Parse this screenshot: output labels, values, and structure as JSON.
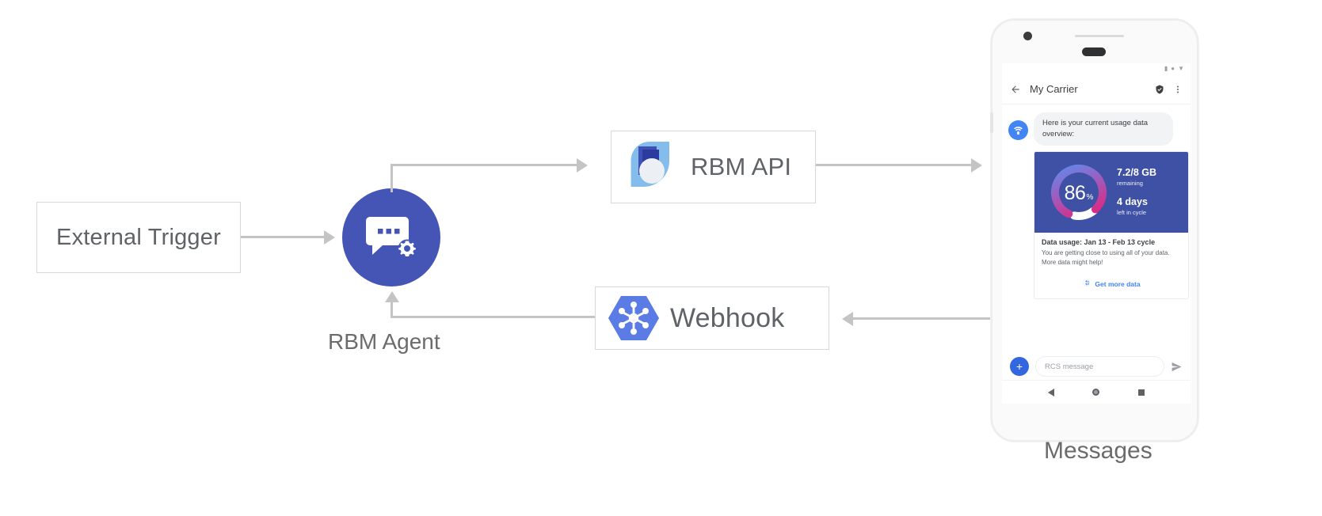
{
  "diagram": {
    "external_trigger": {
      "label": "External Trigger"
    },
    "rbm_agent": {
      "label": "RBM Agent",
      "icon": "chat-gear-icon",
      "color": "#4555b5"
    },
    "rbm_api": {
      "label": "RBM API",
      "icon": "rbm-api-droplet-icon"
    },
    "webhook": {
      "label": "Webhook",
      "icon": "webhook-hexagon-icon",
      "color": "#5b7ce4"
    },
    "device_label": "Messages",
    "connector_color": "#c4c4c4"
  },
  "phone": {
    "status_icons": [
      "signal-icon",
      "wifi-icon",
      "battery-icon"
    ],
    "header": {
      "back_icon": "back-arrow-icon",
      "title": "My Carrier",
      "verified_icon": "verified-shield-icon",
      "overflow_icon": "more-vert-icon"
    },
    "conversation": {
      "avatar_icon": "rcs-agent-avatar-icon",
      "incoming_message": "Here is your current usage data overview:"
    },
    "card": {
      "gauge": {
        "value": "86",
        "unit": "%",
        "percent": 86,
        "track_color": "#3f51a5",
        "gradient_from": "#5b8def",
        "gradient_mid": "#9b5fc0",
        "gradient_to": "#e0267f",
        "remainder_color": "#ffffff"
      },
      "stats": [
        {
          "main": "7.2/8 GB",
          "sub": "remaining"
        },
        {
          "main": "4 days",
          "sub": "left in cycle"
        }
      ],
      "title": "Data usage: Jan 13 - Feb 13 cycle",
      "description": "You are getting close to using all of your data. More data might help!",
      "action": {
        "icon": "globe-icon",
        "label": "Get more data",
        "color": "#4285f4"
      },
      "media_bg": "#3f51a5"
    },
    "composer": {
      "attach_icon": "plus-icon",
      "placeholder": "RCS message",
      "send_icon": "send-icon"
    },
    "nav": {
      "back_icon": "nav-back-triangle-icon",
      "home_icon": "nav-home-circle-icon",
      "recents_icon": "nav-recents-square-icon"
    }
  }
}
